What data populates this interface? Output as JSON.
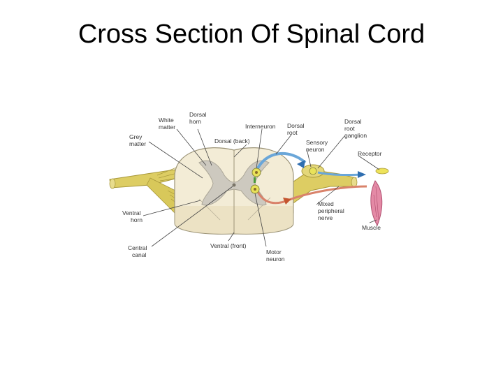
{
  "title": "Cross Section Of Spinal Cord",
  "colors": {
    "white_matter": "#f3ecd6",
    "grey_matter": "#cdc9bf",
    "nerve": "#ddcd63",
    "sensory_path": "#6aa6d8",
    "motor_path": "#d9826a",
    "muscle": "#e48aa6"
  },
  "labels": {
    "white_matter": [
      "White",
      "matter"
    ],
    "dorsal_horn": [
      "Dorsal",
      "horn"
    ],
    "grey_matter": [
      "Grey",
      "matter"
    ],
    "interneuron": "Interneuron",
    "dorsal_root": [
      "Dorsal",
      "root"
    ],
    "dorsal_back": "Dorsal (back)",
    "sensory_neuron": [
      "Sensory",
      "neuron"
    ],
    "dorsal_root_ganglion": [
      "Dorsal",
      "root",
      "ganglion"
    ],
    "receptor": "Receptor",
    "ventral_horn": [
      "Ventral",
      "horn"
    ],
    "mixed_peripheral_nerve": [
      "Mixed",
      "peripheral",
      "nerve"
    ],
    "muscle": "Muscle",
    "central_canal": [
      "Central",
      "canal"
    ],
    "ventral_front": "Ventral (front)",
    "motor_neuron": [
      "Motor",
      "neuron"
    ]
  }
}
